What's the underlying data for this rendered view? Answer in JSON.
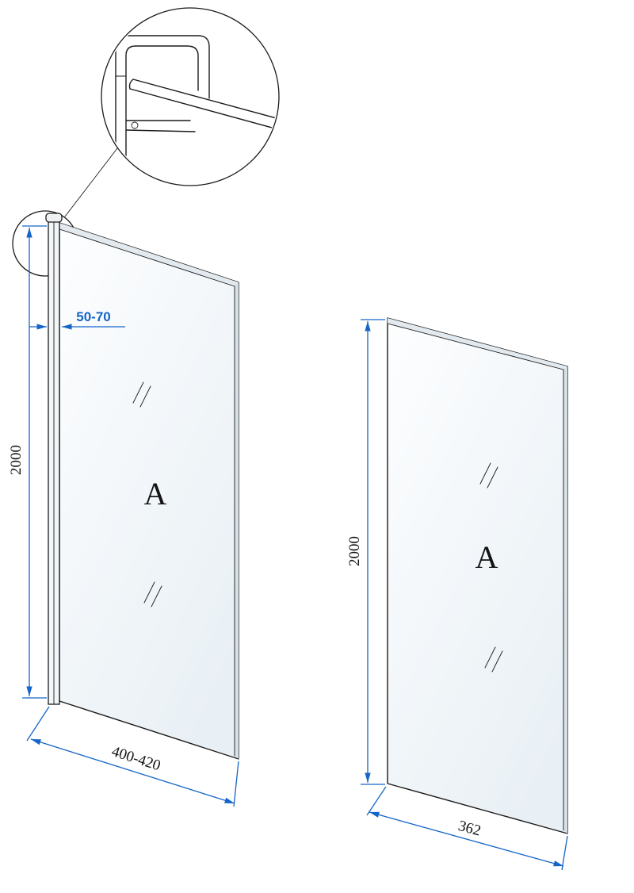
{
  "left_panel": {
    "glass_label": "A",
    "dim_height": "2000",
    "dim_width": "400-420",
    "dim_wall_profile": "50-70"
  },
  "right_panel": {
    "glass_label": "A",
    "dim_height": "2000",
    "dim_width": "362"
  },
  "colors": {
    "dimension_blue": "#1565c8",
    "line_black": "#1b1b1b",
    "glass_tint": "#e9f0f5"
  }
}
